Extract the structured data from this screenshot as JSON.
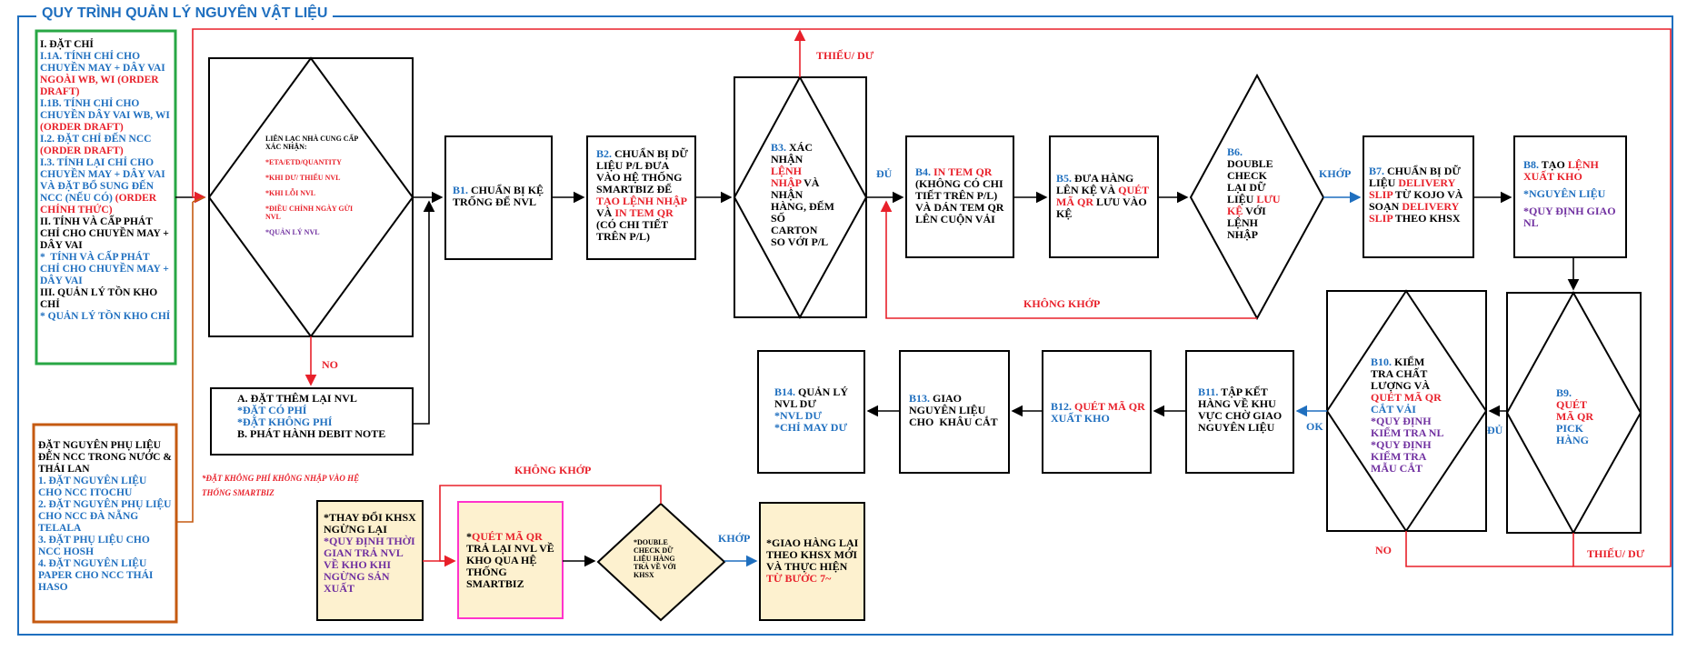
{
  "title": "QUY TRÌNH QUẢN LÝ NGUYÊN VẬT LIỆU",
  "colors": {
    "blue": "#1f6fbf",
    "red": "#e8202a",
    "purple": "#7030a0",
    "green": "#28a745",
    "orange": "#c55a11",
    "pink": "#ff33cc",
    "beige": "#fdf1cf"
  },
  "left_panel": [
    [
      {
        "t": "I. ĐẶT CHỈ",
        "c": "black"
      }
    ],
    [
      {
        "t": "I.1A. TÍNH CHỈ CHO CHUYỀN MAY + DÂY VAI ",
        "c": "blue"
      },
      {
        "t": "NGOÀI WB, WI (ORDER DRAFT)",
        "c": "red"
      }
    ],
    [
      {
        "t": "I.1B. TÍNH CHỈ CHO CHUYỀN DÂY VAI WB, WI ",
        "c": "blue"
      },
      {
        "t": "(ORDER DRAFT)",
        "c": "red"
      }
    ],
    [
      {
        "t": "I.2. ĐẶT CHỈ ĐẾN NCC ",
        "c": "blue"
      },
      {
        "t": "(ORDER DRAFT)",
        "c": "red"
      }
    ],
    [
      {
        "t": "I.3. TÍNH LẠI CHỈ CHO CHUYỀN MAY + DÂY VAI  VÀ ĐẶT BỔ SUNG ĐẾN NCC (NẾU CÓ) ",
        "c": "blue"
      },
      {
        "t": "(ORDER CHÍNH THỨC)",
        "c": "red"
      }
    ],
    [
      {
        "t": "II. TÍNH VÀ CẤP PHÁT CHỈ CHO CHUYỀN MAY + DÂY VAI",
        "c": "black"
      }
    ],
    [
      {
        "t": "*  TÍNH VÀ CẤP PHÁT CHỈ CHO CHUYỀN MAY + DÂY VAI",
        "c": "blue"
      }
    ],
    [
      {
        "t": "III. QUẢN LÝ TỒN KHO CHỈ",
        "c": "black"
      }
    ],
    [
      {
        "t": "* QUẢN LÝ TỒN KHO CHỈ",
        "c": "blue"
      }
    ]
  ],
  "left_bottom_panel": [
    [
      {
        "t": "ĐẶT NGUYÊN PHỤ LIỆU ĐẾN NCC TRONG NƯỚC & THÁI LAN",
        "c": "black"
      }
    ],
    [
      {
        "t": "1. ĐẶT NGUYÊN LIỆU CHO NCC ITOCHU",
        "c": "blue"
      }
    ],
    [
      {
        "t": "2. ĐẶT NGUYÊN PHỤ LIỆU CHO NCC ĐÀ NẴNG TELALA",
        "c": "blue"
      }
    ],
    [
      {
        "t": "3. ĐẶT PHỤ LIỆU CHO NCC HOSH",
        "c": "blue"
      }
    ],
    [
      {
        "t": "4. ĐẶT NGUYÊN LIỆU PAPER CHO NCC THÁI HASO",
        "c": "blue"
      }
    ]
  ],
  "contact_diamond": [
    [
      {
        "t": "LIÊN LẠC NHÀ CUNG CẤP XÁC NHẬN:",
        "c": "black"
      }
    ],
    [
      {
        "t": "*ETA/ETD/QUANTITY",
        "c": "red"
      }
    ],
    [
      {
        "t": "*KHI DƯ/ THIẾU NVL",
        "c": "red"
      }
    ],
    [
      {
        "t": "*KHI LỖI NVL",
        "c": "red"
      }
    ],
    [
      {
        "t": "*ĐIỀU CHỈNH NGÀY GỬI NVL",
        "c": "red"
      }
    ],
    [
      {
        "t": "*QUẢN LÝ NVL",
        "c": "purple"
      }
    ]
  ],
  "box_a": [
    [
      {
        "t": "A. ĐẶT THÊM LẠI NVL",
        "c": "black"
      }
    ],
    [
      {
        "t": "*ĐẶT CÓ PHÍ",
        "c": "blue"
      }
    ],
    [
      {
        "t": "*ĐẶT KHÔNG PHÍ",
        "c": "blue"
      }
    ],
    [
      {
        "t": "B. PHÁT HÀNH DEBIT NOTE",
        "c": "black"
      }
    ]
  ],
  "note_no_fee": "*ĐẶT KHÔNG PHÍ KHÔNG NHẬP VÀO HỆ THỐNG SMARTBIZ",
  "b1": [
    [
      {
        "t": "B1. ",
        "c": "blue"
      },
      {
        "t": "CHUẨN BỊ KỆ TRỐNG ĐỂ NVL",
        "c": "black"
      }
    ]
  ],
  "b2": [
    [
      {
        "t": "B2. ",
        "c": "blue"
      },
      {
        "t": "CHUẨN BỊ DỮ LIỆU P/L ĐƯA VÀO HỆ THỐNG SMARTBIZ ĐỂ ",
        "c": "black"
      },
      {
        "t": "TẠO LỆNH NHẬP",
        "c": "red"
      },
      {
        "t": " VÀ ",
        "c": "black"
      },
      {
        "t": "IN TEM QR",
        "c": "red"
      },
      {
        "t": " (CÓ CHI TIẾT TRÊN P/L)",
        "c": "black"
      }
    ]
  ],
  "b3": [
    [
      {
        "t": "B3. ",
        "c": "blue"
      },
      {
        "t": "XÁC NHẬN ",
        "c": "black"
      },
      {
        "t": "LỆNH NHẬP",
        "c": "red"
      },
      {
        "t": " VÀ NHẬN HÀNG, ĐẾM SỐ CARTON SO VỚI P/L",
        "c": "black"
      }
    ]
  ],
  "b4": [
    [
      {
        "t": "B4. ",
        "c": "blue"
      },
      {
        "t": "IN TEM QR",
        "c": "red"
      },
      {
        "t": " (KHÔNG CÓ CHI TIẾT TRÊN P/L) VÀ DÁN TEM QR LÊN CUỘN VẢI",
        "c": "black"
      }
    ]
  ],
  "b5": [
    [
      {
        "t": "B5. ",
        "c": "blue"
      },
      {
        "t": "ĐƯA HÀNG LÊN KỆ VÀ ",
        "c": "black"
      },
      {
        "t": "QUÉT MÃ QR",
        "c": "red"
      },
      {
        "t": " LƯU VÀO KỆ",
        "c": "black"
      }
    ]
  ],
  "b6": [
    [
      {
        "t": "B6.",
        "c": "blue"
      },
      {
        "t": " DOUBLE CHECK LẠI DỮ LIỆU ",
        "c": "black"
      },
      {
        "t": "LƯU KỆ",
        "c": "red"
      },
      {
        "t": " VỚI LỆNH NHẬP",
        "c": "black"
      }
    ]
  ],
  "b7": [
    [
      {
        "t": "B7. ",
        "c": "blue"
      },
      {
        "t": "CHUẨN BỊ DỮ LIỆU ",
        "c": "black"
      },
      {
        "t": "DELIVERY SLIP",
        "c": "red"
      },
      {
        "t": " TỪ KOJO VÀ SOẠN ",
        "c": "black"
      },
      {
        "t": "DELIVERY SLIP",
        "c": "red"
      },
      {
        "t": " THEO KHSX",
        "c": "black"
      }
    ]
  ],
  "b8": [
    [
      {
        "t": "B8. ",
        "c": "blue"
      },
      {
        "t": "TẠO ",
        "c": "black"
      },
      {
        "t": "LỆNH XUẤT KHO",
        "c": "red"
      }
    ],
    [
      {
        "t": "*NGUYÊN LIỆU",
        "c": "blue"
      }
    ],
    [
      {
        "t": "*QUY ĐỊNH GIAO NL",
        "c": "purple"
      }
    ]
  ],
  "b9": [
    [
      {
        "t": "B9. ",
        "c": "blue"
      },
      {
        "t": "QUÉT MÃ QR",
        "c": "red"
      },
      {
        "t": " PICK HÀNG",
        "c": "blue"
      }
    ]
  ],
  "b10": [
    [
      {
        "t": "B10. ",
        "c": "blue"
      },
      {
        "t": "KIỂM TRA CHẤT LƯỢNG VÀ ",
        "c": "black"
      },
      {
        "t": "QUÉT MÃ QR",
        "c": "red"
      },
      {
        "t": " CẮT VẢI",
        "c": "blue"
      }
    ],
    [
      {
        "t": "*QUY ĐỊNH KIỂM TRA NL",
        "c": "purple"
      }
    ],
    [
      {
        "t": "*QUY ĐỊNH KIỂM TRA MẪU CẮT",
        "c": "purple"
      }
    ]
  ],
  "b11": [
    [
      {
        "t": "B11. ",
        "c": "blue"
      },
      {
        "t": "TẬP KẾT HÀNG VỀ KHU VỰC CHỜ GIAO NGUYÊN LIỆU",
        "c": "black"
      }
    ]
  ],
  "b12": [
    [
      {
        "t": "B12. ",
        "c": "blue"
      },
      {
        "t": "QUÉT MÃ QR",
        "c": "red"
      },
      {
        "t": " XUẤT KHO",
        "c": "blue"
      }
    ]
  ],
  "b13": [
    [
      {
        "t": "B13. ",
        "c": "blue"
      },
      {
        "t": "GIAO NGUYÊN LIỆU CHO  KHÂU CẮT",
        "c": "black"
      }
    ]
  ],
  "b14": [
    [
      {
        "t": "B14. ",
        "c": "blue"
      },
      {
        "t": "QUẢN LÝ NVL DƯ",
        "c": "black"
      }
    ],
    [
      {
        "t": "*NVL DƯ",
        "c": "blue"
      }
    ],
    [
      {
        "t": "*CHỈ MAY DƯ",
        "c": "blue"
      }
    ]
  ],
  "khsx_change": [
    [
      {
        "t": "*THAY ĐỔI KHSX NGỪNG LẠI",
        "c": "black"
      }
    ],
    [
      {
        "t": "*QUY ĐỊNH THỜI GIAN TRẢ NVL VỀ KHO KHI NGỪNG SẢN XUẤT",
        "c": "purple"
      }
    ]
  ],
  "return_box": [
    [
      {
        "t": "*",
        "c": "black"
      },
      {
        "t": "QUÉT MÃ QR",
        "c": "red"
      },
      {
        "t": " TRẢ LẠI NVL VỀ KHO QUA HỆ THỐNG SMARTBIZ",
        "c": "black"
      }
    ]
  ],
  "double_check_return": [
    [
      {
        "t": "*DOUBLE CHECK DỮ LIỆU HÀNG TRẢ VỀ VỚI KHSX",
        "c": "black"
      }
    ]
  ],
  "redeliver": [
    [
      {
        "t": "*GIAO HÀNG LẠI THEO KHSX MỚI VÀ THỰC HIỆN ",
        "c": "black"
      },
      {
        "t": "TỪ BƯỚC 7~",
        "c": "red"
      }
    ]
  ],
  "labels": {
    "thieu_du_top": "THIẾU/ DƯ",
    "du_b3": "ĐỦ",
    "khop_b6": "KHỚP",
    "khong_khop_b6": "KHÔNG KHỚP",
    "no_contact": "NO",
    "khong_khop_return": "KHÔNG KHỚP",
    "khop_return": "KHỚP",
    "ok_b10": "OK",
    "du_b9": "ĐỦ",
    "no_b10": "NO",
    "thieu_du_b9": "THIẾU/ DƯ"
  }
}
